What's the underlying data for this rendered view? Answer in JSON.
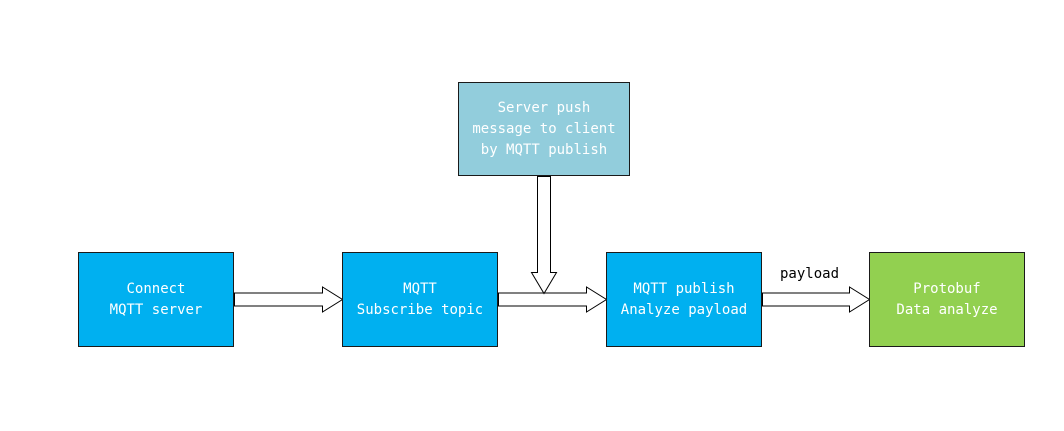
{
  "colors": {
    "blue_box": "#00b0f0",
    "light_blue_box": "#92cddc",
    "green_box": "#92d050",
    "box_text": "#ffffff",
    "border": "#1a1a1a"
  },
  "nodes": {
    "connect": {
      "lines": [
        "Connect",
        "MQTT server"
      ]
    },
    "subscribe": {
      "lines": [
        "MQTT",
        "Subscribe topic"
      ]
    },
    "publish": {
      "lines": [
        "MQTT publish",
        "Analyze payload"
      ]
    },
    "protobuf": {
      "lines": [
        "Protobuf",
        "Data analyze"
      ]
    },
    "push": {
      "lines": [
        "Server push",
        "message to client",
        "by MQTT publish"
      ]
    }
  },
  "edges": {
    "publish_to_protobuf_label": "payload"
  }
}
